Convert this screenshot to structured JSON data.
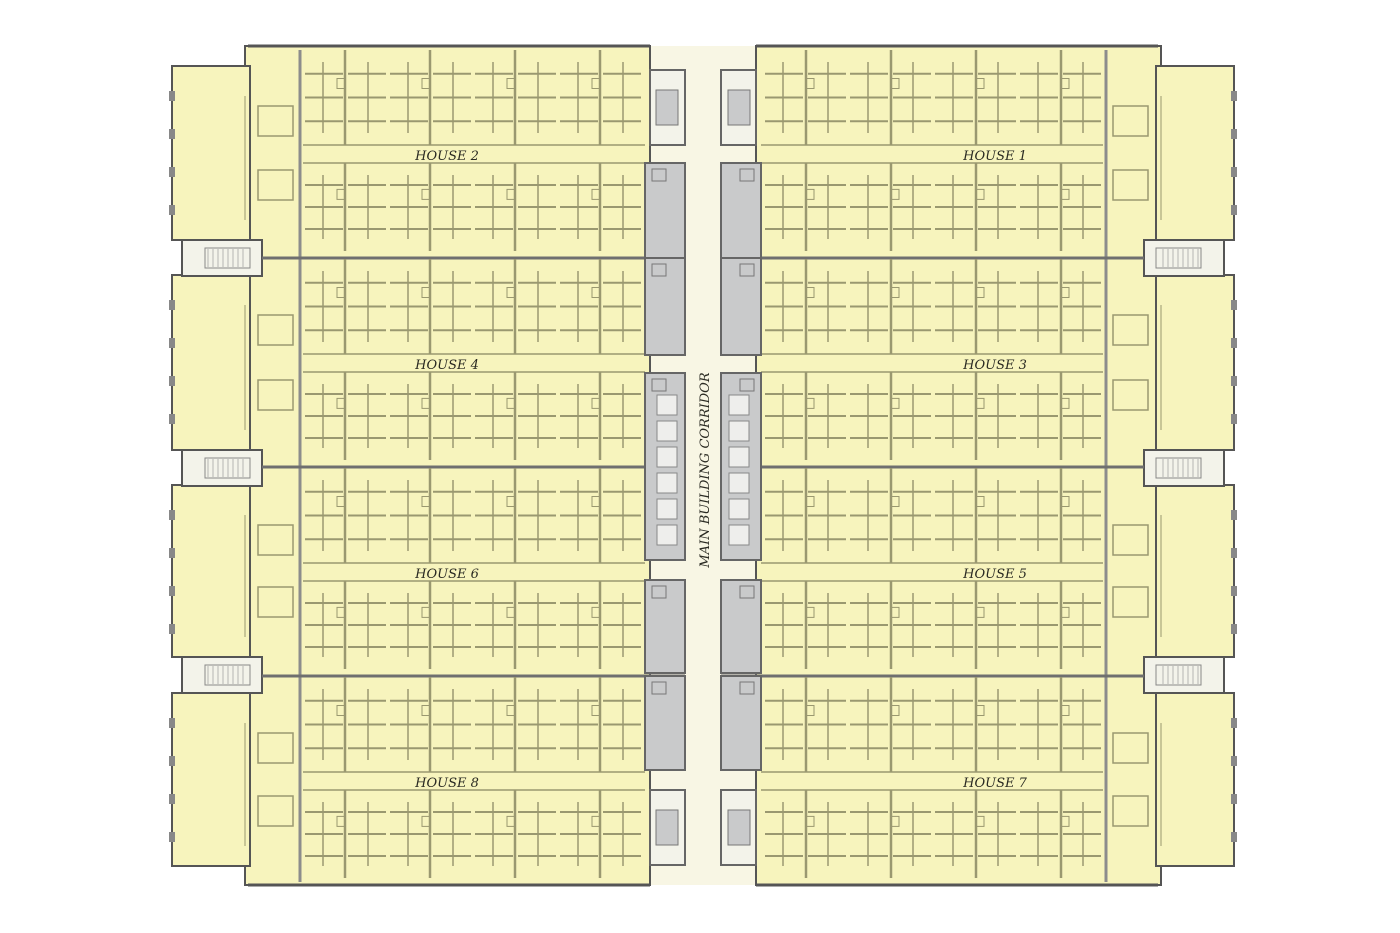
{
  "plan": {
    "corridor_label": "MAIN BUILDING CORRIDOR",
    "houses": [
      {
        "label": "HOUSE 2",
        "side": "left",
        "row": 0
      },
      {
        "label": "HOUSE 1",
        "side": "right",
        "row": 0
      },
      {
        "label": "HOUSE 4",
        "side": "left",
        "row": 1
      },
      {
        "label": "HOUSE 3",
        "side": "right",
        "row": 1
      },
      {
        "label": "HOUSE 6",
        "side": "left",
        "row": 2
      },
      {
        "label": "HOUSE 5",
        "side": "right",
        "row": 2
      },
      {
        "label": "HOUSE 8",
        "side": "left",
        "row": 3
      },
      {
        "label": "HOUSE 7",
        "side": "right",
        "row": 3
      }
    ]
  },
  "colors": {
    "floor": "#f7f4bd",
    "wall": "#9a9870",
    "thick_wall": "#6f6f6f",
    "service": "#c9cacb",
    "corridor": "#f8f6e4",
    "stair": "#f3f3ea"
  }
}
